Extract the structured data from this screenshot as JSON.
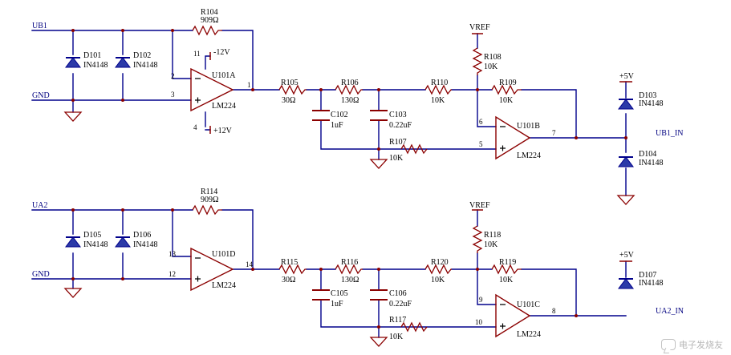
{
  "nets": {
    "ub1": "UB1",
    "ua2": "UA2",
    "gnd1": "GND",
    "gnd2": "GND",
    "vref1": "VREF",
    "vref2": "VREF",
    "ub1_in": "UB1_IN",
    "ua2_in": "UA2_IN",
    "p5v_1": "+5V",
    "p5v_2": "+5V",
    "m12v": "-12V",
    "p12v": "+12V"
  },
  "components": {
    "D101": {
      "ref": "D101",
      "part": "IN4148"
    },
    "D102": {
      "ref": "D102",
      "part": "IN4148"
    },
    "D103": {
      "ref": "D103",
      "part": "IN4148"
    },
    "D104": {
      "ref": "D104",
      "part": "IN4148"
    },
    "D105": {
      "ref": "D105",
      "part": "IN4148"
    },
    "D106": {
      "ref": "D106",
      "part": "IN4148"
    },
    "D107": {
      "ref": "D107",
      "part": "IN4148"
    },
    "R104": {
      "ref": "R104",
      "value": "909Ω"
    },
    "R105": {
      "ref": "R105",
      "value": "30Ω"
    },
    "R106": {
      "ref": "R106",
      "value": "130Ω"
    },
    "R107": {
      "ref": "R107",
      "value": "10K"
    },
    "R108": {
      "ref": "R108",
      "value": "10K"
    },
    "R109": {
      "ref": "R109",
      "value": "10K"
    },
    "R110": {
      "ref": "R110",
      "value": "10K"
    },
    "R114": {
      "ref": "R114",
      "value": "909Ω"
    },
    "R115": {
      "ref": "R115",
      "value": "30Ω"
    },
    "R116": {
      "ref": "R116",
      "value": "130Ω"
    },
    "R117": {
      "ref": "R117",
      "value": "10K"
    },
    "R118": {
      "ref": "R118",
      "value": "10K"
    },
    "R119": {
      "ref": "R119",
      "value": "10K"
    },
    "R120": {
      "ref": "R120",
      "value": "10K"
    },
    "C102": {
      "ref": "C102",
      "value": "1uF"
    },
    "C103": {
      "ref": "C103",
      "value": "0.22uF"
    },
    "C105": {
      "ref": "C105",
      "value": "1uF"
    },
    "C106": {
      "ref": "C106",
      "value": "0.22uF"
    },
    "U101A": {
      "ref": "U101A",
      "part": "LM224"
    },
    "U101B": {
      "ref": "U101B",
      "part": "LM224"
    },
    "U101C": {
      "ref": "U101C",
      "part": "LM224"
    },
    "U101D": {
      "ref": "U101D",
      "part": "LM224"
    }
  },
  "pins": {
    "a2": "2",
    "a3": "3",
    "a1": "1",
    "a11": "11",
    "a4": "4",
    "b6": "6",
    "b5": "5",
    "b7": "7",
    "d13": "13",
    "d12": "12",
    "d14": "14",
    "c9": "9",
    "c10": "10",
    "c8": "8"
  },
  "watermark": "电子发烧友",
  "colors": {
    "wire": "#00008b",
    "body": "#8b0000",
    "net_label": "#000080"
  }
}
